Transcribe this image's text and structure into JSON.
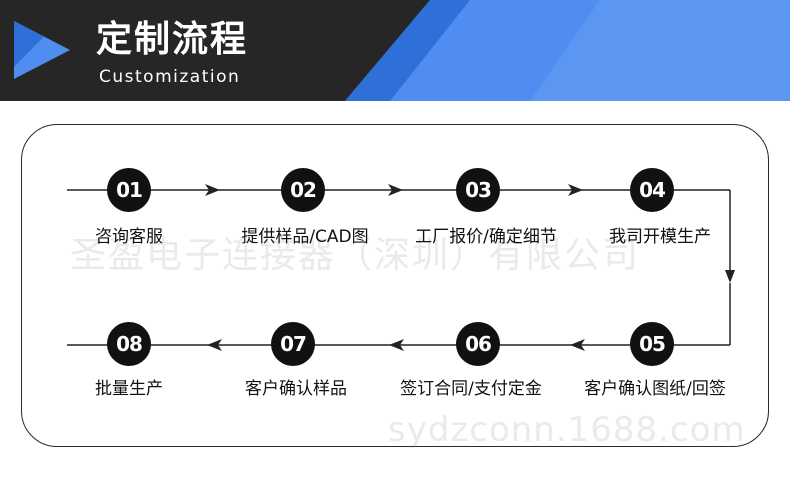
{
  "header": {
    "title": "定制流程",
    "subtitle": "Customization",
    "colors": {
      "background": "#262626",
      "accent_blue": "#4f8ef0",
      "accent_dark_blue": "#2f6fd8"
    }
  },
  "steps": [
    {
      "number": "01",
      "label": "咨询客服"
    },
    {
      "number": "02",
      "label": "提供样品/CAD图"
    },
    {
      "number": "03",
      "label": "工厂报价/确定细节"
    },
    {
      "number": "04",
      "label": "我司开模生产"
    },
    {
      "number": "05",
      "label": "客户确认图纸/回签"
    },
    {
      "number": "06",
      "label": "签订合同/支付定金"
    },
    {
      "number": "07",
      "label": "客户确认样品"
    },
    {
      "number": "08",
      "label": "批量生产"
    }
  ],
  "watermarks": {
    "company": "圣盈电子连接器（深圳）有限公司",
    "site": "sydzconn.1688.com"
  },
  "icons": {
    "logo": "play-triangle-icon",
    "arrow": "arrow-head-icon"
  }
}
